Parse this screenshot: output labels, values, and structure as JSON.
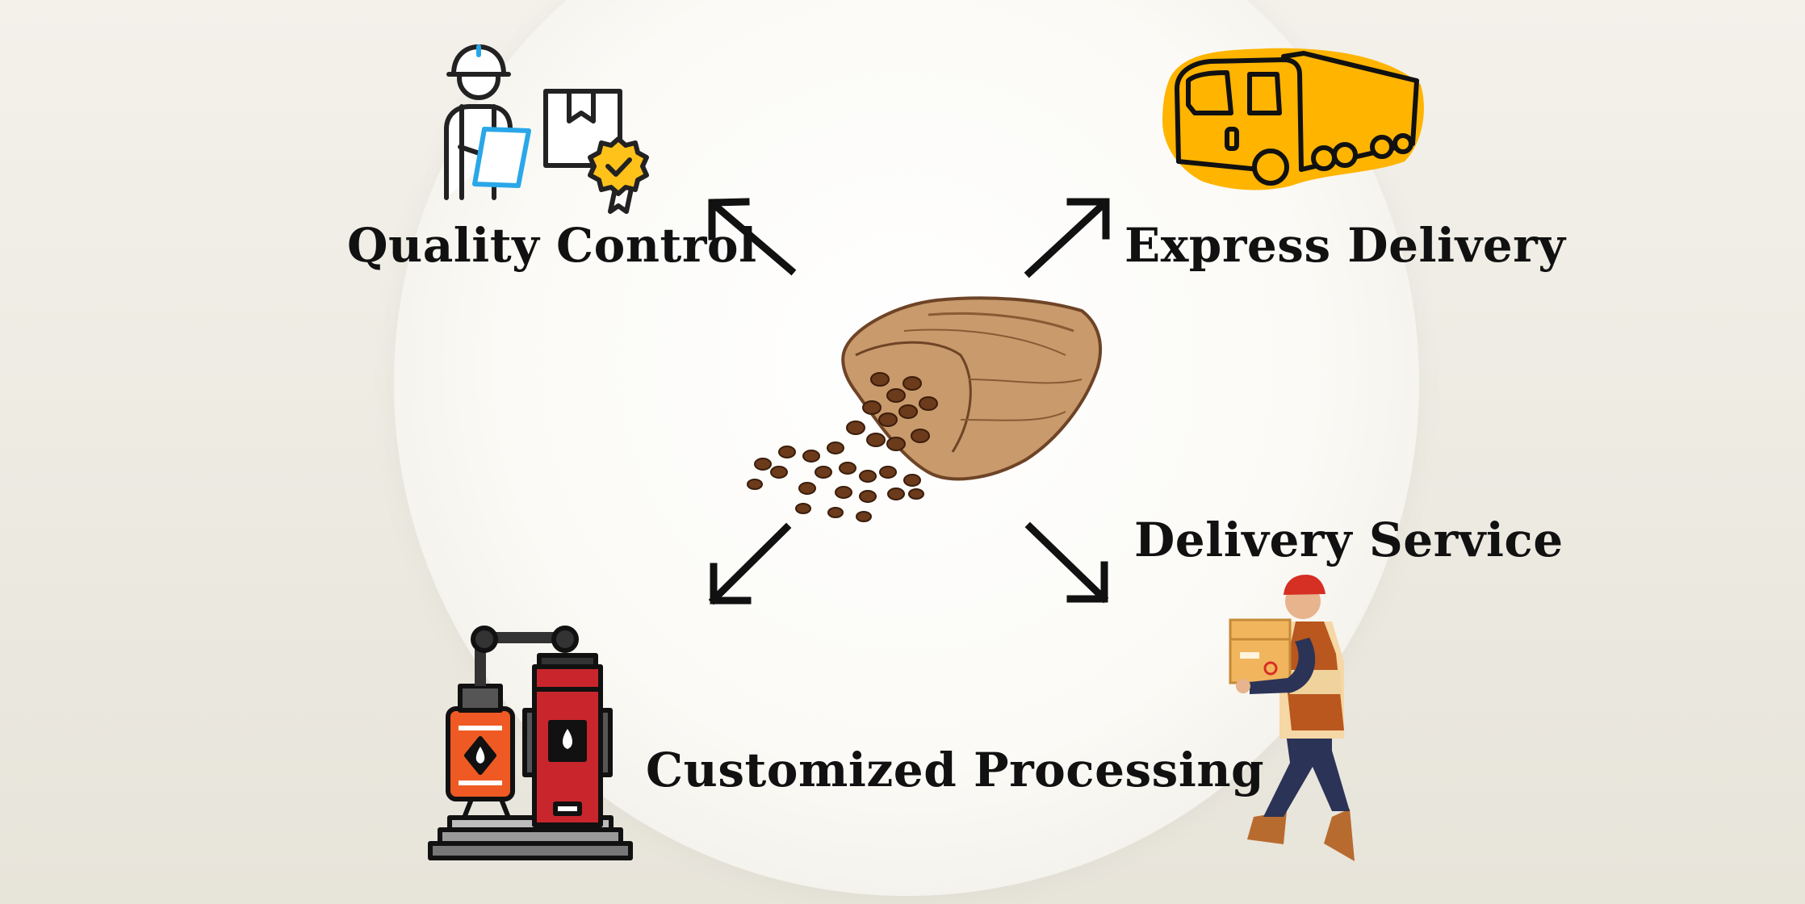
{
  "diagram": {
    "center": {
      "name": "coffee-bean-sack-icon"
    },
    "nodes": [
      {
        "id": "quality",
        "label": "Quality Control",
        "icon": "inspector-certificate-icon"
      },
      {
        "id": "express",
        "label": "Express Delivery",
        "icon": "truck-icon"
      },
      {
        "id": "service",
        "label": "Delivery Service",
        "icon": "courier-with-box-icon"
      },
      {
        "id": "custom",
        "label": "Customized Processing",
        "icon": "processing-machine-icon"
      }
    ],
    "colors": {
      "text": "#111111",
      "arrow": "#111111",
      "truck": "#ffb400",
      "machine_red": "#c8262c",
      "machine_orange": "#ef5a24",
      "clipboard_blue": "#2aa7e8",
      "badge_yellow": "#ffc21a"
    }
  }
}
